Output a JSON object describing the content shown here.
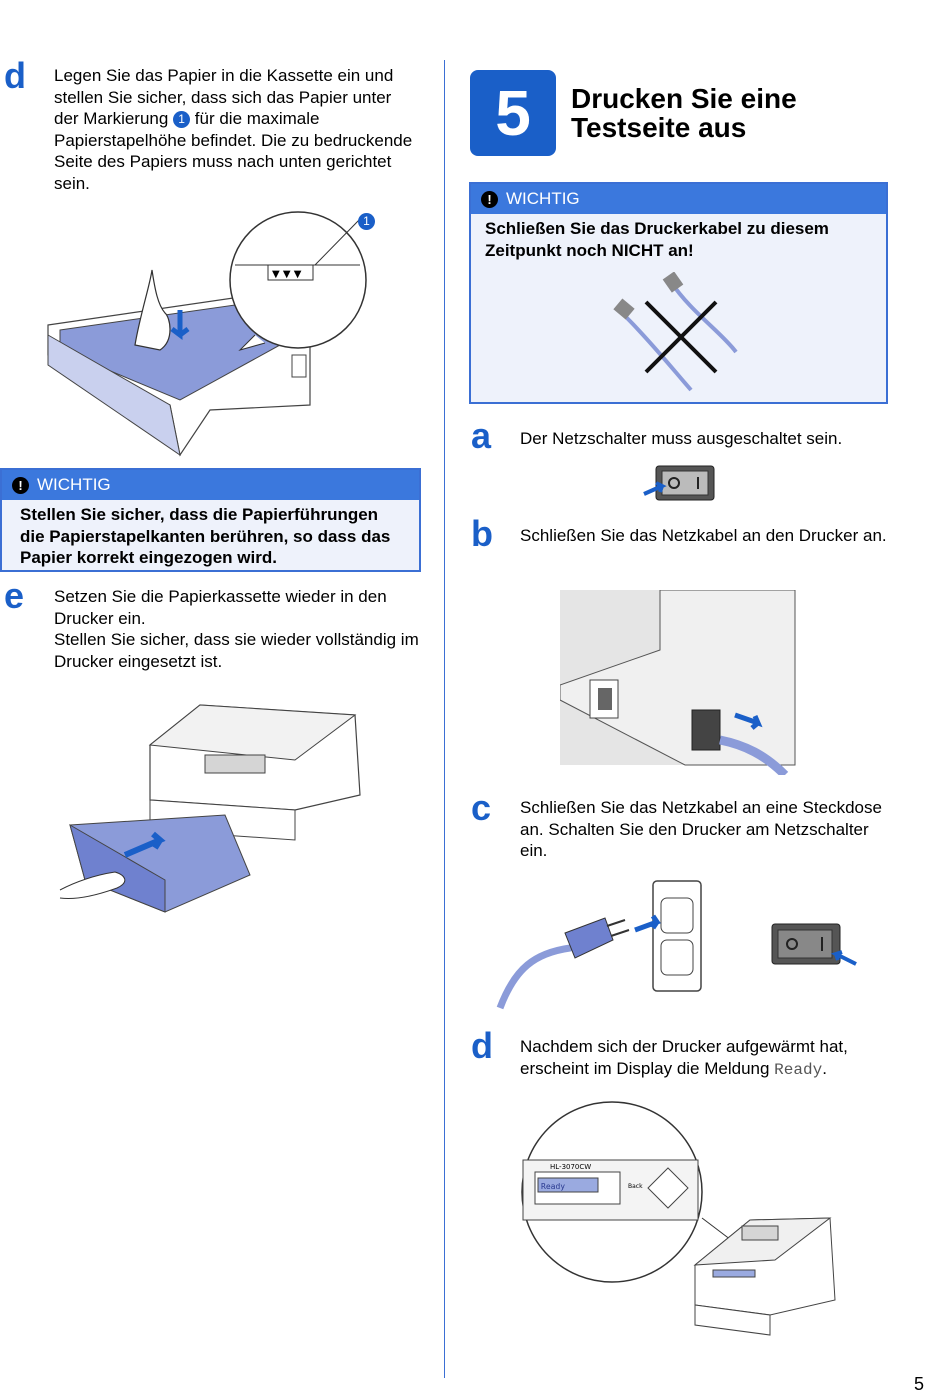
{
  "colors": {
    "accent": "#1a5fc8",
    "box_header": "#3b78dd",
    "box_bg": "#eef2fb"
  },
  "left": {
    "step_d": {
      "letter": "d",
      "text_before": "Legen Sie das Papier in die Kassette ein und stellen Sie sicher, dass sich das Papier unter der Markierung ",
      "marker": "1",
      "text_after": " für die maximale Papierstapelhöhe befindet. Die zu bedruckende Seite des Papiers muss nach unten gerichtet sein."
    },
    "illustration_marker": "1",
    "important": {
      "header": "WICHTIG",
      "text": "Stellen Sie sicher, dass die Papierführungen die Papierstapelkanten berühren, so dass das Papier korrekt eingezogen wird."
    },
    "step_e": {
      "letter": "e",
      "line1": "Setzen Sie die Papierkassette wieder in den Drucker ein.",
      "line2": "Stellen Sie sicher, dass sie wieder vollständig im Drucker eingesetzt ist."
    }
  },
  "right": {
    "section_number": "5",
    "section_title_line1": "Drucken Sie eine",
    "section_title_line2": "Testseite aus",
    "important": {
      "header": "WICHTIG",
      "text": "Schließen Sie das Druckerkabel zu diesem Zeitpunkt noch NICHT an!"
    },
    "step_a": {
      "letter": "a",
      "text": "Der Netzschalter muss ausgeschaltet sein."
    },
    "step_b": {
      "letter": "b",
      "text": "Schließen Sie das Netzkabel an den Drucker an."
    },
    "step_c": {
      "letter": "c",
      "text": "Schließen Sie das Netzkabel an eine Steckdose an. Schalten Sie den Drucker am Netzschalter ein."
    },
    "step_d": {
      "letter": "d",
      "text": "Nachdem sich der Drucker aufgewärmt hat, erscheint im Display die Meldung ",
      "mono": "Ready",
      "end": "."
    },
    "panel": {
      "model": "HL-3070CW",
      "display": "Ready",
      "back": "Back"
    }
  },
  "page_number": "5"
}
